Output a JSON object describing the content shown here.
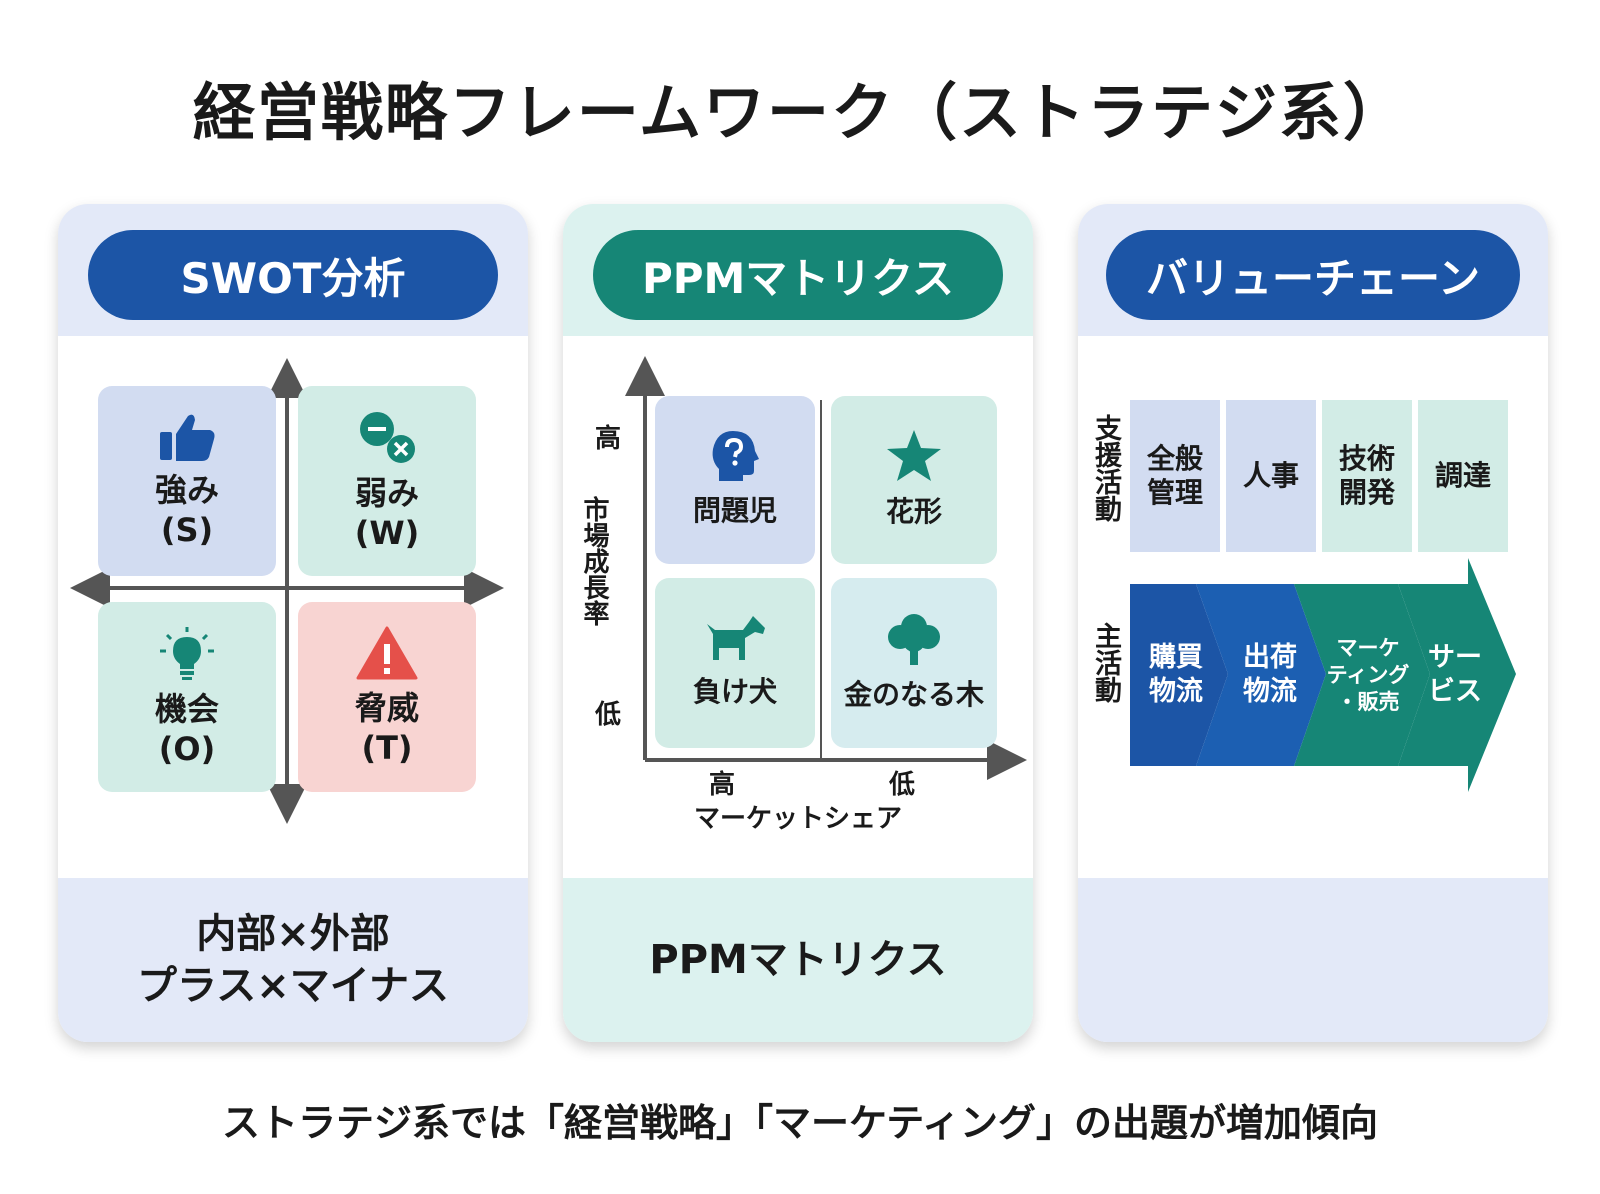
{
  "title": "経営戦略フレームワーク（ストラテジ系）",
  "footer": "ストラテジ系では「経営戦略」「マーケティング」の出題が増加傾向",
  "colors": {
    "blue": "#1c55a6",
    "teal": "#168676",
    "red": "#e5504a"
  },
  "swot": {
    "header": "SWOT分析",
    "quadrants": [
      {
        "line1": "強み",
        "line2": "(S)",
        "icon": "thumbs-up-icon"
      },
      {
        "line1": "弱み",
        "line2": "(W)",
        "icon": "minus-cross-icon"
      },
      {
        "line1": "機会",
        "line2": "(O)",
        "icon": "lightbulb-icon"
      },
      {
        "line1": "脅威",
        "line2": "(T)",
        "icon": "warning-icon"
      }
    ],
    "caption_line1": "内部×外部",
    "caption_line2": "プラス×マイナス"
  },
  "ppm": {
    "header": "PPMマトリクス",
    "y_high": "高",
    "y_low": "低",
    "y_axis_label": "市場成長率",
    "x_high": "高",
    "x_low": "低",
    "x_axis_label": "マーケットシェア",
    "quadrants": [
      {
        "label": "問題児",
        "icon": "question-head-icon"
      },
      {
        "label": "花形",
        "icon": "star-icon"
      },
      {
        "label": "負け犬",
        "icon": "dog-icon"
      },
      {
        "label": "金のなる木",
        "icon": "tree-icon"
      }
    ],
    "caption": "PPMマトリクス"
  },
  "value_chain": {
    "header": "バリューチェーン",
    "support_label": "支援活動",
    "support": [
      {
        "line1": "全般",
        "line2": "管理"
      },
      {
        "line1": "人事",
        "line2": ""
      },
      {
        "line1": "技術",
        "line2": "開発"
      },
      {
        "line1": "調達",
        "line2": ""
      }
    ],
    "primary_label": "主活動",
    "primary": [
      {
        "line1": "購買",
        "line2": "物流",
        "line3": ""
      },
      {
        "line1": "出荷",
        "line2": "物流",
        "line3": ""
      },
      {
        "line1": "マーケ",
        "line2": "ティング",
        "line3": "・販売"
      },
      {
        "line1": "サー",
        "line2": "ビス",
        "line3": ""
      }
    ]
  }
}
